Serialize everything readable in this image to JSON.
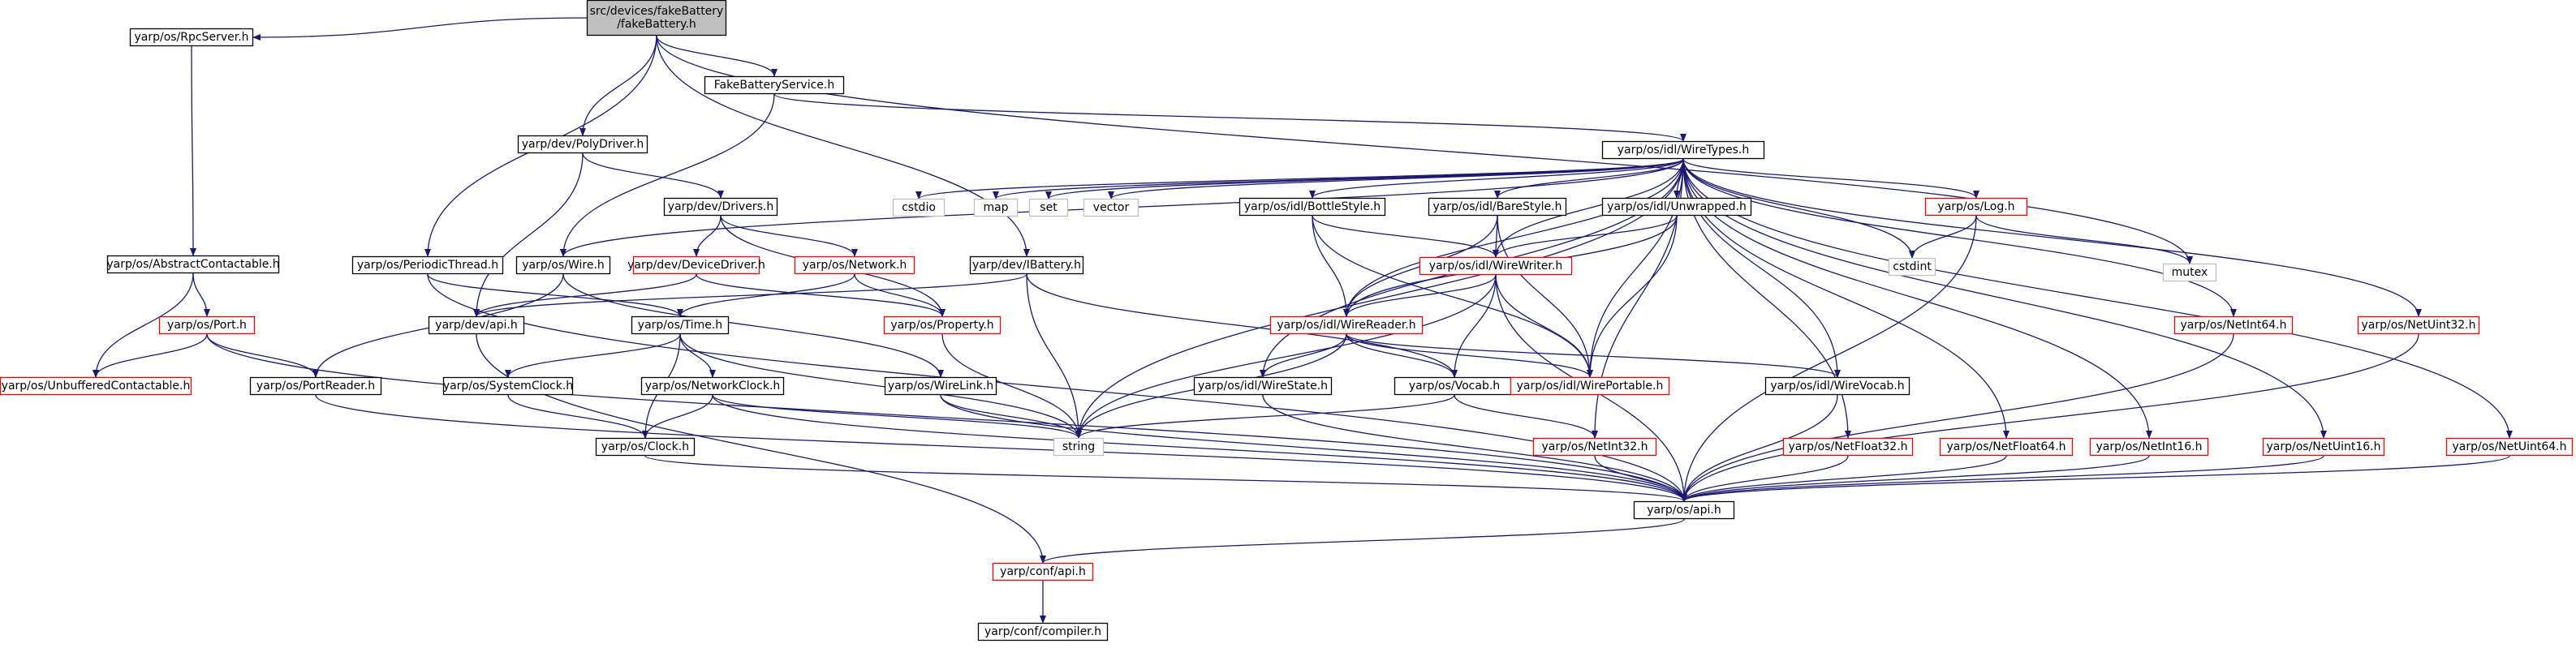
{
  "title": "src/devices/fakeBattery/fakeBattery.h include dependency graph",
  "colors": {
    "edge": "#191970",
    "border_normal": "#000000",
    "border_truncated": "#ff0000",
    "border_external": "#bfbfbf",
    "root_fill": "#bfbfbf",
    "fill": "#ffffff"
  },
  "nodes": [
    {
      "id": "root",
      "lines": [
        "src/devices/fakeBattery",
        "/fakeBattery.h"
      ],
      "style": "root"
    },
    {
      "id": "rpcserver",
      "lines": [
        "yarp/os/RpcServer.h"
      ],
      "style": "normal"
    },
    {
      "id": "fbservice",
      "lines": [
        "FakeBatteryService.h"
      ],
      "style": "normal"
    },
    {
      "id": "polydriver",
      "lines": [
        "yarp/dev/PolyDriver.h"
      ],
      "style": "normal"
    },
    {
      "id": "wiretypes",
      "lines": [
        "yarp/os/idl/WireTypes.h"
      ],
      "style": "normal"
    },
    {
      "id": "abstractcontactable",
      "lines": [
        "yarp/os/AbstractContactable.h"
      ],
      "style": "normal"
    },
    {
      "id": "drivers",
      "lines": [
        "yarp/dev/Drivers.h"
      ],
      "style": "normal"
    },
    {
      "id": "cstdio",
      "lines": [
        "cstdio"
      ],
      "style": "external"
    },
    {
      "id": "map",
      "lines": [
        "map"
      ],
      "style": "external"
    },
    {
      "id": "set",
      "lines": [
        "set"
      ],
      "style": "external"
    },
    {
      "id": "vector",
      "lines": [
        "vector"
      ],
      "style": "external"
    },
    {
      "id": "bottlestyle",
      "lines": [
        "yarp/os/idl/BottleStyle.h"
      ],
      "style": "normal"
    },
    {
      "id": "barestyle",
      "lines": [
        "yarp/os/idl/BareStyle.h"
      ],
      "style": "normal"
    },
    {
      "id": "unwrapped",
      "lines": [
        "yarp/os/idl/Unwrapped.h"
      ],
      "style": "normal"
    },
    {
      "id": "log",
      "lines": [
        "yarp/os/Log.h"
      ],
      "style": "truncated"
    },
    {
      "id": "periodicthread",
      "lines": [
        "yarp/os/PeriodicThread.h"
      ],
      "style": "normal"
    },
    {
      "id": "wire",
      "lines": [
        "yarp/os/Wire.h"
      ],
      "style": "normal"
    },
    {
      "id": "devicedriver",
      "lines": [
        "yarp/dev/DeviceDriver.h"
      ],
      "style": "truncated"
    },
    {
      "id": "network",
      "lines": [
        "yarp/os/Network.h"
      ],
      "style": "truncated"
    },
    {
      "id": "ibattery",
      "lines": [
        "yarp/dev/IBattery.h"
      ],
      "style": "normal"
    },
    {
      "id": "wirewriter",
      "lines": [
        "yarp/os/idl/WireWriter.h"
      ],
      "style": "truncated"
    },
    {
      "id": "cstdint",
      "lines": [
        "cstdint"
      ],
      "style": "external"
    },
    {
      "id": "mutex",
      "lines": [
        "mutex"
      ],
      "style": "external"
    },
    {
      "id": "port",
      "lines": [
        "yarp/os/Port.h"
      ],
      "style": "truncated"
    },
    {
      "id": "devapi",
      "lines": [
        "yarp/dev/api.h"
      ],
      "style": "normal"
    },
    {
      "id": "time",
      "lines": [
        "yarp/os/Time.h"
      ],
      "style": "normal"
    },
    {
      "id": "property",
      "lines": [
        "yarp/os/Property.h"
      ],
      "style": "truncated"
    },
    {
      "id": "wirereader",
      "lines": [
        "yarp/os/idl/WireReader.h"
      ],
      "style": "truncated"
    },
    {
      "id": "netint64",
      "lines": [
        "yarp/os/NetInt64.h"
      ],
      "style": "truncated"
    },
    {
      "id": "netuint32",
      "lines": [
        "yarp/os/NetUint32.h"
      ],
      "style": "truncated"
    },
    {
      "id": "unbuffered",
      "lines": [
        "yarp/os/UnbufferedContactable.h"
      ],
      "style": "truncated"
    },
    {
      "id": "portreader",
      "lines": [
        "yarp/os/PortReader.h"
      ],
      "style": "normal"
    },
    {
      "id": "systemclock",
      "lines": [
        "yarp/os/SystemClock.h"
      ],
      "style": "normal"
    },
    {
      "id": "networkclock",
      "lines": [
        "yarp/os/NetworkClock.h"
      ],
      "style": "normal"
    },
    {
      "id": "wirelink",
      "lines": [
        "yarp/os/WireLink.h"
      ],
      "style": "normal"
    },
    {
      "id": "wirestate",
      "lines": [
        "yarp/os/idl/WireState.h"
      ],
      "style": "normal"
    },
    {
      "id": "vocab",
      "lines": [
        "yarp/os/Vocab.h"
      ],
      "style": "normal"
    },
    {
      "id": "wireportable",
      "lines": [
        "yarp/os/idl/WirePortable.h"
      ],
      "style": "truncated"
    },
    {
      "id": "wirevocab",
      "lines": [
        "yarp/os/idl/WireVocab.h"
      ],
      "style": "normal"
    },
    {
      "id": "string",
      "lines": [
        "string"
      ],
      "style": "external"
    },
    {
      "id": "clock",
      "lines": [
        "yarp/os/Clock.h"
      ],
      "style": "normal"
    },
    {
      "id": "netint32",
      "lines": [
        "yarp/os/NetInt32.h"
      ],
      "style": "truncated"
    },
    {
      "id": "netfloat32",
      "lines": [
        "yarp/os/NetFloat32.h"
      ],
      "style": "truncated"
    },
    {
      "id": "netfloat64",
      "lines": [
        "yarp/os/NetFloat64.h"
      ],
      "style": "truncated"
    },
    {
      "id": "netint16",
      "lines": [
        "yarp/os/NetInt16.h"
      ],
      "style": "truncated"
    },
    {
      "id": "netuint16",
      "lines": [
        "yarp/os/NetUint16.h"
      ],
      "style": "truncated"
    },
    {
      "id": "netuint64",
      "lines": [
        "yarp/os/NetUint64.h"
      ],
      "style": "truncated"
    },
    {
      "id": "osapi",
      "lines": [
        "yarp/os/api.h"
      ],
      "style": "normal"
    },
    {
      "id": "confapi",
      "lines": [
        "yarp/conf/api.h"
      ],
      "style": "truncated"
    },
    {
      "id": "compiler",
      "lines": [
        "yarp/conf/compiler.h"
      ],
      "style": "normal"
    }
  ],
  "edges": [
    [
      "root",
      "rpcserver"
    ],
    [
      "root",
      "fbservice"
    ],
    [
      "root",
      "polydriver"
    ],
    [
      "root",
      "periodicthread"
    ],
    [
      "root",
      "ibattery"
    ],
    [
      "root",
      "mutex"
    ],
    [
      "rpcserver",
      "abstractcontactable"
    ],
    [
      "fbservice",
      "wiretypes"
    ],
    [
      "fbservice",
      "wire"
    ],
    [
      "polydriver",
      "drivers"
    ],
    [
      "polydriver",
      "devapi"
    ],
    [
      "abstractcontactable",
      "port"
    ],
    [
      "abstractcontactable",
      "unbuffered"
    ],
    [
      "port",
      "unbuffered"
    ],
    [
      "port",
      "portreader"
    ],
    [
      "port",
      "osapi"
    ],
    [
      "drivers",
      "devicedriver"
    ],
    [
      "drivers",
      "network"
    ],
    [
      "drivers",
      "property"
    ],
    [
      "devicedriver",
      "devapi"
    ],
    [
      "devicedriver",
      "property"
    ],
    [
      "network",
      "time"
    ],
    [
      "network",
      "property"
    ],
    [
      "periodicthread",
      "time"
    ],
    [
      "periodicthread",
      "osapi"
    ],
    [
      "wire",
      "portreader"
    ],
    [
      "wire",
      "wirelink"
    ],
    [
      "ibattery",
      "devapi"
    ],
    [
      "ibattery",
      "vocab"
    ],
    [
      "ibattery",
      "string"
    ],
    [
      "devapi",
      "confapi"
    ],
    [
      "time",
      "systemclock"
    ],
    [
      "time",
      "networkclock"
    ],
    [
      "time",
      "clock"
    ],
    [
      "time",
      "string"
    ],
    [
      "systemclock",
      "clock"
    ],
    [
      "networkclock",
      "clock"
    ],
    [
      "networkclock",
      "string"
    ],
    [
      "networkclock",
      "osapi"
    ],
    [
      "clock",
      "osapi"
    ],
    [
      "portreader",
      "osapi"
    ],
    [
      "property",
      "string"
    ],
    [
      "wirelink",
      "string"
    ],
    [
      "wirelink",
      "osapi"
    ],
    [
      "wiretypes",
      "cstdio"
    ],
    [
      "wiretypes",
      "map"
    ],
    [
      "wiretypes",
      "set"
    ],
    [
      "wiretypes",
      "vector"
    ],
    [
      "wiretypes",
      "bottlestyle"
    ],
    [
      "wiretypes",
      "barestyle"
    ],
    [
      "wiretypes",
      "unwrapped"
    ],
    [
      "wiretypes",
      "log"
    ],
    [
      "wiretypes",
      "wire"
    ],
    [
      "wiretypes",
      "wirewriter"
    ],
    [
      "wiretypes",
      "wirereader"
    ],
    [
      "wiretypes",
      "wirestate"
    ],
    [
      "wiretypes",
      "wireportable"
    ],
    [
      "wiretypes",
      "wirevocab"
    ],
    [
      "wiretypes",
      "string"
    ],
    [
      "wiretypes",
      "cstdint"
    ],
    [
      "wiretypes",
      "netint32"
    ],
    [
      "wiretypes",
      "netfloat32"
    ],
    [
      "wiretypes",
      "netfloat64"
    ],
    [
      "wiretypes",
      "netint16"
    ],
    [
      "wiretypes",
      "netint64"
    ],
    [
      "wiretypes",
      "netuint16"
    ],
    [
      "wiretypes",
      "netuint32"
    ],
    [
      "wiretypes",
      "netuint64"
    ],
    [
      "bottlestyle",
      "wirewriter"
    ],
    [
      "bottlestyle",
      "wirereader"
    ],
    [
      "bottlestyle",
      "wireportable"
    ],
    [
      "barestyle",
      "wirewriter"
    ],
    [
      "barestyle",
      "wirereader"
    ],
    [
      "barestyle",
      "wireportable"
    ],
    [
      "unwrapped",
      "wirewriter"
    ],
    [
      "unwrapped",
      "wirereader"
    ],
    [
      "unwrapped",
      "wireportable"
    ],
    [
      "log",
      "cstdint"
    ],
    [
      "log",
      "mutex"
    ],
    [
      "log",
      "osapi"
    ],
    [
      "wirewriter",
      "wirereader"
    ],
    [
      "wirewriter",
      "vocab"
    ],
    [
      "wirewriter",
      "wireportable"
    ],
    [
      "wirewriter",
      "string"
    ],
    [
      "wirewriter",
      "osapi"
    ],
    [
      "wirereader",
      "wirestate"
    ],
    [
      "wirereader",
      "vocab"
    ],
    [
      "wirereader",
      "wireportable"
    ],
    [
      "wirereader",
      "wirevocab"
    ],
    [
      "wirereader",
      "string"
    ],
    [
      "wirestate",
      "osapi"
    ],
    [
      "vocab",
      "string"
    ],
    [
      "vocab",
      "netint32"
    ],
    [
      "wirevocab",
      "osapi"
    ],
    [
      "netint32",
      "osapi"
    ],
    [
      "netfloat32",
      "osapi"
    ],
    [
      "netfloat64",
      "osapi"
    ],
    [
      "netint16",
      "osapi"
    ],
    [
      "netint64",
      "osapi"
    ],
    [
      "netuint16",
      "osapi"
    ],
    [
      "netuint32",
      "osapi"
    ],
    [
      "netuint64",
      "osapi"
    ],
    [
      "osapi",
      "confapi"
    ],
    [
      "confapi",
      "compiler"
    ]
  ]
}
